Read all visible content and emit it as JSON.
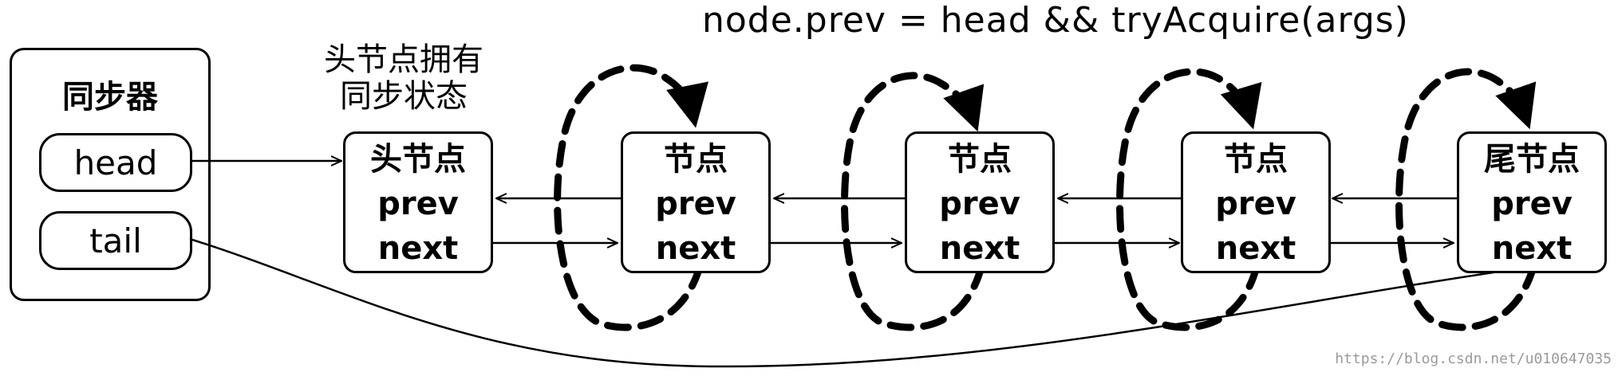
{
  "header": {
    "formula": "node.prev = head && tryAcquire(args)"
  },
  "sync": {
    "title": "同步器",
    "head_label": "head",
    "tail_label": "tail"
  },
  "caption": {
    "line1": "头节点拥有",
    "line2": "同步状态"
  },
  "nodes": [
    {
      "title": "头节点",
      "prev": "prev",
      "next": "next"
    },
    {
      "title": "节点",
      "prev": "prev",
      "next": "next"
    },
    {
      "title": "节点",
      "prev": "prev",
      "next": "next"
    },
    {
      "title": "节点",
      "prev": "prev",
      "next": "next"
    },
    {
      "title": "尾节点",
      "prev": "prev",
      "next": "next"
    }
  ],
  "watermark": "https://blog.csdn.net/u010647035"
}
